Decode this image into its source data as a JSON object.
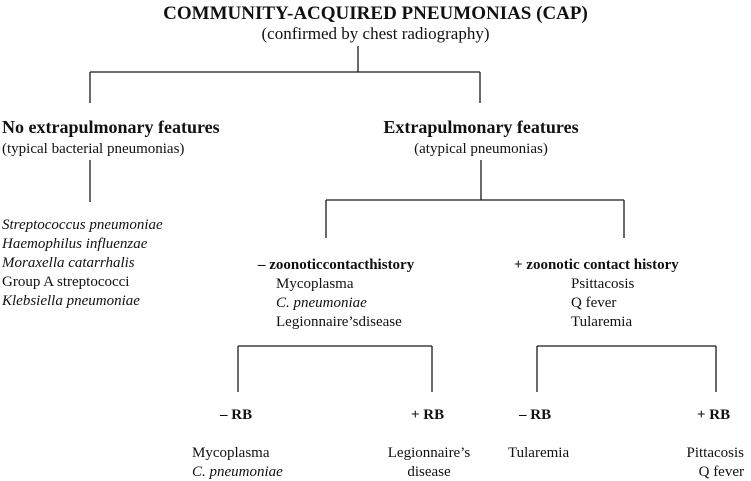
{
  "title": "COMMUNITY-ACQUIRED PNEUMONIAS (CAP)",
  "subtitle": "(confirmed by chest radiography)",
  "left_branch": {
    "heading": "No extrapulmonary features",
    "subheading": "(typical bacterial pneumonias)",
    "organisms": [
      {
        "text": "Streptococcus pneumoniae",
        "italic": true
      },
      {
        "text": "Haemophilus influenzae",
        "italic": true
      },
      {
        "text": "Moraxella catarrhalis",
        "italic": true
      },
      {
        "text": "Group A streptococci",
        "italic": false
      },
      {
        "text": "Klebsiella pneumoniae",
        "italic": true
      }
    ]
  },
  "right_branch": {
    "heading": "Extrapulmonary features",
    "subheading": "(atypical pneumonias)",
    "no_zoonotic": {
      "heading": "– zoonoticcontacthistory",
      "items": [
        {
          "text": "Mycoplasma",
          "italic": false
        },
        {
          "text": "C. pneumoniae",
          "italic": true
        },
        {
          "text": "Legionnaire’sdisease",
          "italic": false
        }
      ],
      "rb_neg": {
        "label": "– RB",
        "items": [
          {
            "text": "Mycoplasma",
            "italic": false
          },
          {
            "text": "C. pneumoniae",
            "italic": true
          }
        ]
      },
      "rb_pos": {
        "label": "+ RB",
        "items": [
          {
            "text": "Legionnaire’s",
            "italic": false
          },
          {
            "text": "disease",
            "italic": false
          }
        ]
      }
    },
    "zoonotic": {
      "heading": "+ zoonotic contact history",
      "items": [
        {
          "text": "Psittacosis",
          "italic": false
        },
        {
          "text": "Q fever",
          "italic": false
        },
        {
          "text": "Tularemia",
          "italic": false
        }
      ],
      "rb_neg": {
        "label": "– RB",
        "items": [
          {
            "text": "Tularemia",
            "italic": false
          }
        ]
      },
      "rb_pos": {
        "label": "+ RB",
        "items": [
          {
            "text": "Pittacosis",
            "italic": false
          },
          {
            "text": "Q fever",
            "italic": false
          }
        ]
      }
    }
  }
}
